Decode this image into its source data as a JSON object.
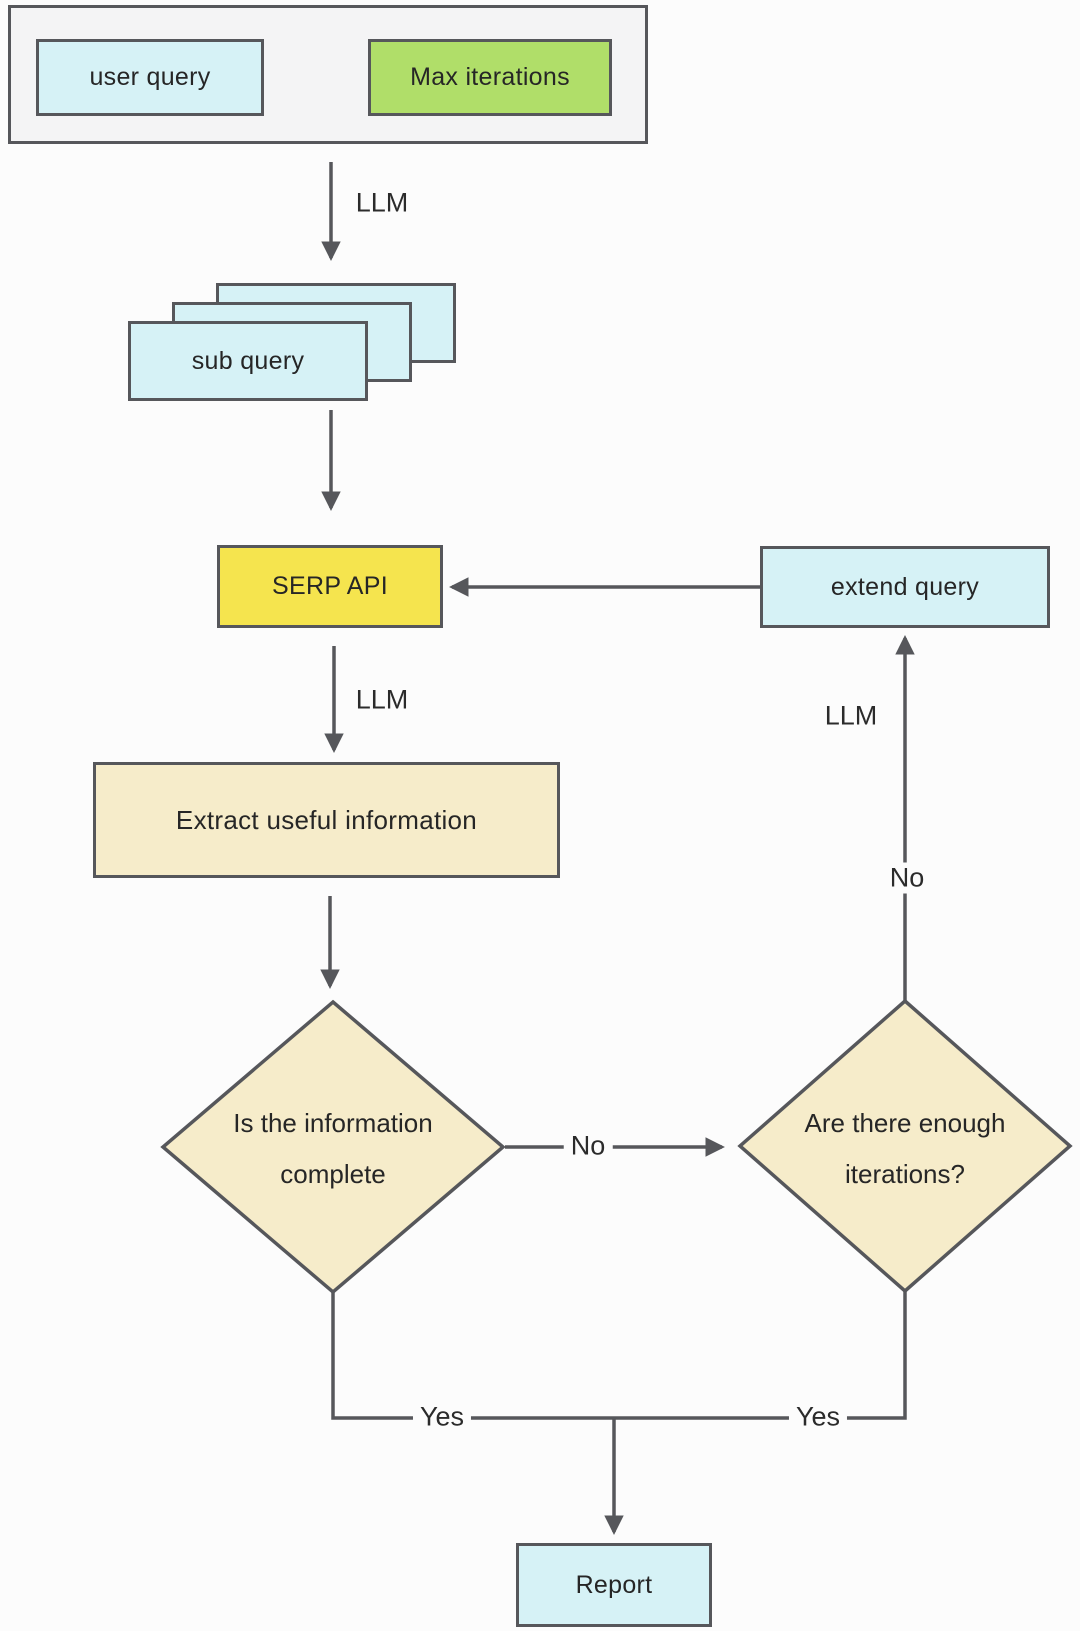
{
  "colors": {
    "page_background": "#fcfcfc",
    "container_fill": "#f4f4f5",
    "cyan_fill": "#d6f2f6",
    "green_fill": "#b0de69",
    "yellow_fill": "#f5e44e",
    "cream_fill": "#f6ecca",
    "line": "#56575b",
    "text": "#262626"
  },
  "nodes": {
    "user_query": "user query",
    "max_iterations": "Max iterations",
    "sub_query": "sub query",
    "serp_api": "SERP API",
    "extend_query": "extend query",
    "extract_info": "Extract useful information",
    "info_complete": {
      "line1": "Is the information",
      "line2": "complete"
    },
    "enough_iterations": {
      "line1": "Are there enough",
      "line2": "iterations?"
    },
    "report": "Report"
  },
  "edge_labels": {
    "llm_subquery": "LLM",
    "llm_extract": "LLM",
    "llm_extend": "LLM",
    "no_complete": "No",
    "no_iterations": "No",
    "yes_complete": "Yes",
    "yes_iterations": "Yes"
  }
}
